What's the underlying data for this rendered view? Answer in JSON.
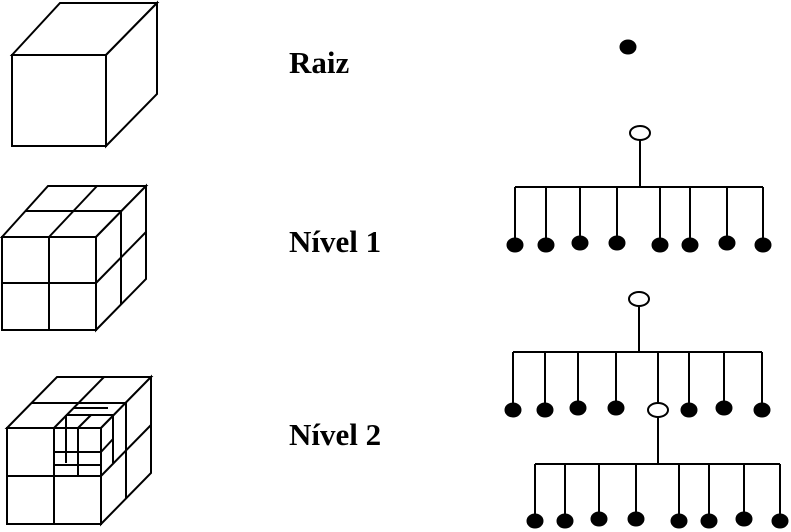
{
  "levels": [
    {
      "label": "Raiz"
    },
    {
      "label": "Nível 1"
    },
    {
      "label": "Nível 2"
    }
  ],
  "colors": {
    "line": "#000000",
    "background": "#ffffff"
  }
}
